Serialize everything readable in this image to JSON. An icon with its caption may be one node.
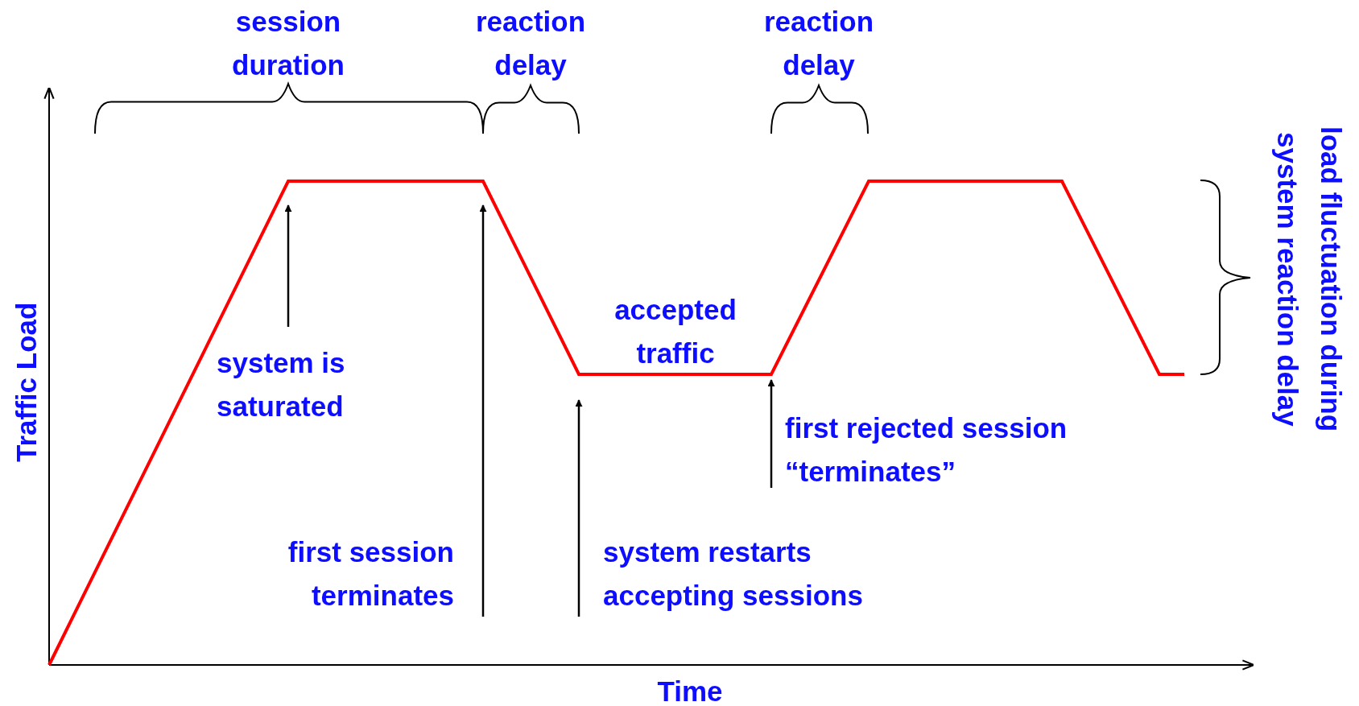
{
  "diagram": {
    "nodes": [
      {
        "text": [
          "system is saturated"
        ]
      },
      {
        "text": [
          "first rejected session “terminates”"
        ]
      },
      {
        "text": [
          "first session terminates"
        ]
      },
      {
        "text": [
          "system restarts accepting sessions"
        ]
      }
    ],
    "edges": [
      {
        "from": 0,
        "to": null,
        "arrow": "to"
      },
      {
        "from": 1,
        "to": null,
        "arrow": "to"
      },
      {
        "from": 2,
        "to": null,
        "arrow": "to"
      },
      {
        "from": 3,
        "to": null,
        "arrow": "to"
      }
    ],
    "labels": [
      "session duration",
      "reaction delay",
      "reaction delay",
      "load fluctuation during system reaction delay",
      "accepted traffic",
      "Traffic Load",
      "Time"
    ]
  }
}
